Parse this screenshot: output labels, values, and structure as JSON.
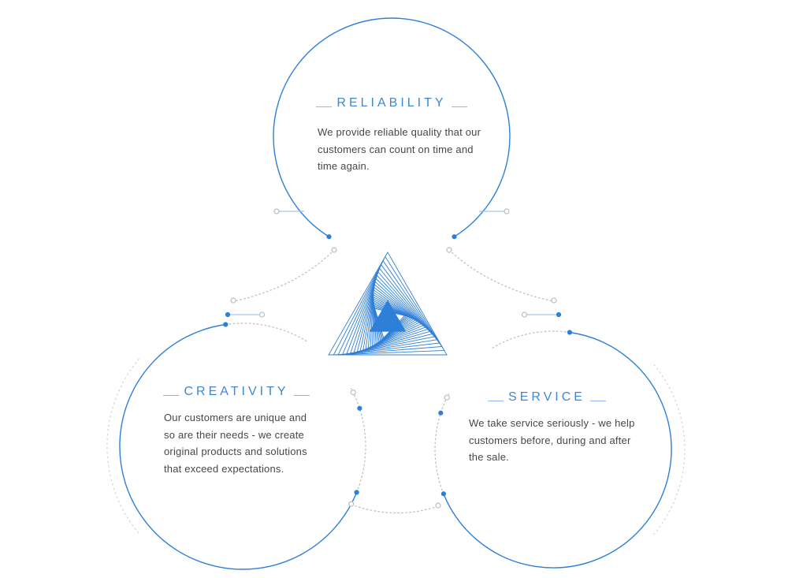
{
  "diagram": {
    "type": "three-circle-values-diagram",
    "logo": "triangle-spiral-logo",
    "sections": {
      "reliability": {
        "label": "RELIABILITY",
        "text": "We provide reliable quality that our\ncustomers can count on time and\ntime again."
      },
      "creativity": {
        "label": "CREATIVITY",
        "text": "Our customers are unique and\nso are their  needs - we create\noriginal products and solutions\nthat exceed expectations."
      },
      "service": {
        "label": "SERVICE",
        "text": "We take service seriously - we help\ncustomers before, during and after\nthe sale."
      }
    }
  },
  "colors": {
    "accent": "#2E7FD8",
    "heading": "#3E86D8",
    "body": "#474747",
    "dotted": "#AEC3B4",
    "dotted_faint": "#CDD8D0",
    "open_dot": "#B7BEC5",
    "tick": "#8FB9E6",
    "background": "#FFFFFF"
  }
}
